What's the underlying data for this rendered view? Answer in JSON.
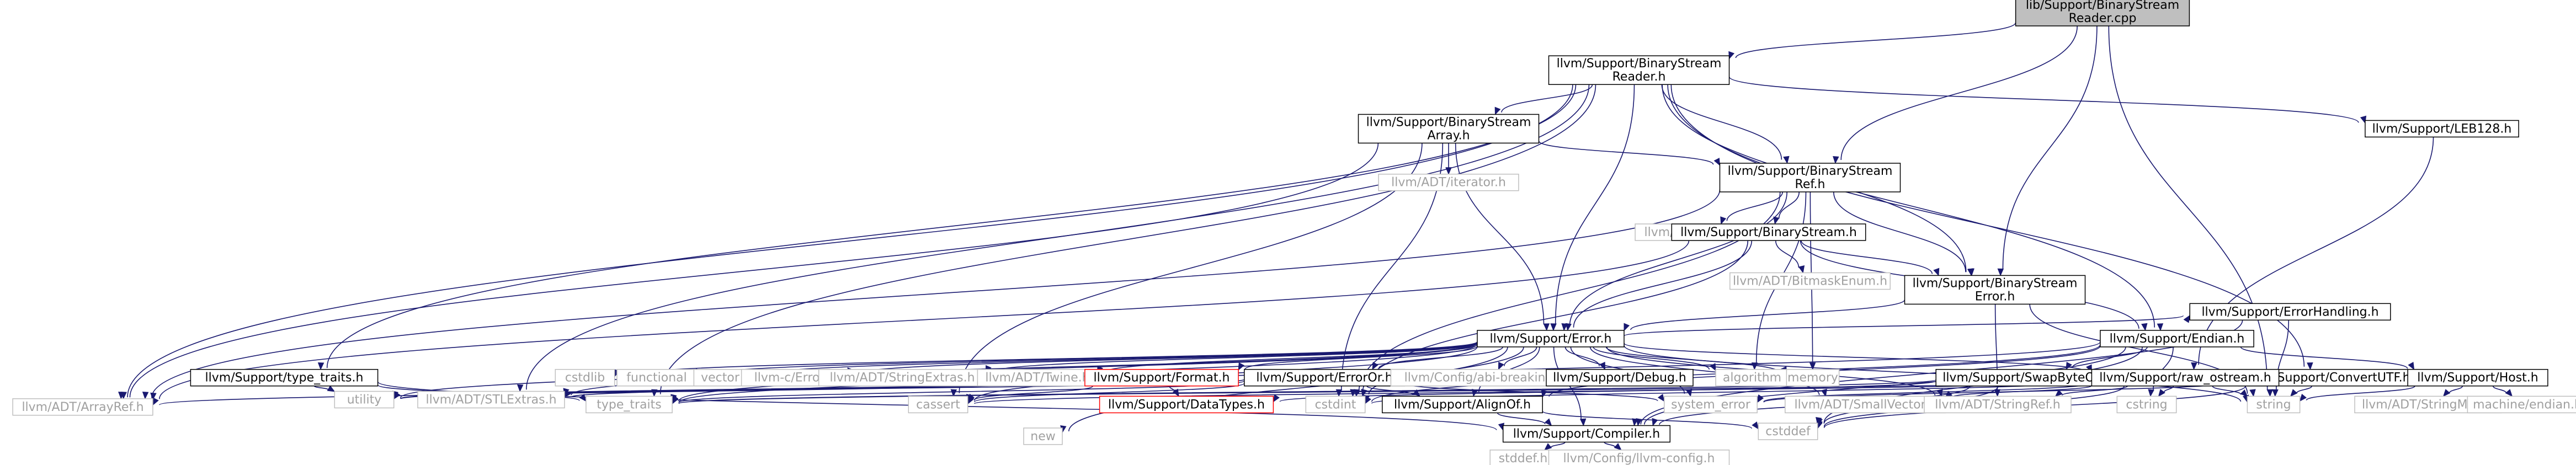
{
  "graph": {
    "colors": {
      "edge": "#191970",
      "root_fill": "#bfbfbf",
      "node_fill": "#ffffff",
      "node_border": "#000000",
      "red_border": "#ff0000",
      "muted_border": "#bfbfbf",
      "muted_text": "#a0a0a0"
    },
    "nodes": [
      {
        "id": "root",
        "lines": [
          "lib/Support/BinaryStream",
          "Reader.cpp"
        ],
        "style": "root"
      },
      {
        "id": "bsr",
        "lines": [
          "llvm/Support/BinaryStream",
          "Reader.h"
        ],
        "style": "box"
      },
      {
        "id": "leb",
        "lines": [
          "llvm/Support/LEB128.h"
        ],
        "style": "box"
      },
      {
        "id": "bsa",
        "lines": [
          "llvm/Support/BinaryStream",
          "Array.h"
        ],
        "style": "box"
      },
      {
        "id": "bsref",
        "lines": [
          "llvm/Support/BinaryStream",
          "Ref.h"
        ],
        "style": "box"
      },
      {
        "id": "iter",
        "lines": [
          "llvm/ADT/iterator.h"
        ],
        "style": "muted"
      },
      {
        "id": "opt",
        "lines": [
          "llvm/ADT/Optional.h"
        ],
        "style": "muted"
      },
      {
        "id": "bs",
        "lines": [
          "llvm/Support/BinaryStream.h"
        ],
        "style": "box"
      },
      {
        "id": "bme",
        "lines": [
          "llvm/ADT/BitmaskEnum.h"
        ],
        "style": "muted"
      },
      {
        "id": "bserr",
        "lines": [
          "llvm/Support/BinaryStream",
          "Error.h"
        ],
        "style": "box"
      },
      {
        "id": "err",
        "lines": [
          "llvm/Support/Error.h"
        ],
        "style": "box"
      },
      {
        "id": "endian",
        "lines": [
          "llvm/Support/Endian.h"
        ],
        "style": "box"
      },
      {
        "id": "cutf",
        "lines": [
          "llvm/Support/ConvertUTF.h"
        ],
        "style": "box"
      },
      {
        "id": "host",
        "lines": [
          "llvm/Support/Host.h"
        ],
        "style": "box"
      },
      {
        "id": "tt",
        "lines": [
          "llvm/Support/type_traits.h"
        ],
        "style": "box"
      },
      {
        "id": "cstdlib",
        "lines": [
          "cstdlib"
        ],
        "style": "muted"
      },
      {
        "id": "functional",
        "lines": [
          "functional"
        ],
        "style": "muted"
      },
      {
        "id": "vector",
        "lines": [
          "vector"
        ],
        "style": "muted"
      },
      {
        "id": "cerror",
        "lines": [
          "llvm-c/Error.h"
        ],
        "style": "muted"
      },
      {
        "id": "strext",
        "lines": [
          "llvm/ADT/StringExtras.h"
        ],
        "style": "muted"
      },
      {
        "id": "twine",
        "lines": [
          "llvm/ADT/Twine.h"
        ],
        "style": "muted"
      },
      {
        "id": "format",
        "lines": [
          "llvm/Support/Format.h"
        ],
        "style": "red"
      },
      {
        "id": "erroror",
        "lines": [
          "llvm/Support/ErrorOr.h"
        ],
        "style": "box"
      },
      {
        "id": "abi",
        "lines": [
          "llvm/Config/abi-breaking.h"
        ],
        "style": "muted"
      },
      {
        "id": "debug",
        "lines": [
          "llvm/Support/Debug.h"
        ],
        "style": "box"
      },
      {
        "id": "algorithm",
        "lines": [
          "algorithm"
        ],
        "style": "muted"
      },
      {
        "id": "memory",
        "lines": [
          "memory"
        ],
        "style": "muted"
      },
      {
        "id": "sbo",
        "lines": [
          "llvm/Support/SwapByteOrder.h"
        ],
        "style": "box"
      },
      {
        "id": "raw",
        "lines": [
          "llvm/Support/raw_ostream.h"
        ],
        "style": "box"
      },
      {
        "id": "eh",
        "lines": [
          "llvm/Support/ErrorHandling.h"
        ],
        "style": "box"
      },
      {
        "id": "arrayref",
        "lines": [
          "llvm/ADT/ArrayRef.h"
        ],
        "style": "muted"
      },
      {
        "id": "utility",
        "lines": [
          "utility"
        ],
        "style": "muted"
      },
      {
        "id": "stlext",
        "lines": [
          "llvm/ADT/STLExtras.h"
        ],
        "style": "muted"
      },
      {
        "id": "typetraits",
        "lines": [
          "type_traits"
        ],
        "style": "muted"
      },
      {
        "id": "cassert",
        "lines": [
          "cassert"
        ],
        "style": "muted"
      },
      {
        "id": "datatypes",
        "lines": [
          "llvm/Support/DataTypes.h"
        ],
        "style": "red"
      },
      {
        "id": "cstdint",
        "lines": [
          "cstdint"
        ],
        "style": "muted"
      },
      {
        "id": "alignof",
        "lines": [
          "llvm/Support/AlignOf.h"
        ],
        "style": "box"
      },
      {
        "id": "syserr",
        "lines": [
          "system_error"
        ],
        "style": "muted"
      },
      {
        "id": "smallvec",
        "lines": [
          "llvm/ADT/SmallVector.h"
        ],
        "style": "muted"
      },
      {
        "id": "strref",
        "lines": [
          "llvm/ADT/StringRef.h"
        ],
        "style": "muted"
      },
      {
        "id": "cstring",
        "lines": [
          "cstring"
        ],
        "style": "muted"
      },
      {
        "id": "string",
        "lines": [
          "string"
        ],
        "style": "muted"
      },
      {
        "id": "strmap",
        "lines": [
          "llvm/ADT/StringMap.h"
        ],
        "style": "muted"
      },
      {
        "id": "mendian",
        "lines": [
          "machine/endian.h"
        ],
        "style": "muted"
      },
      {
        "id": "cstddef",
        "lines": [
          "cstddef"
        ],
        "style": "muted"
      },
      {
        "id": "compiler",
        "lines": [
          "llvm/Support/Compiler.h"
        ],
        "style": "box"
      },
      {
        "id": "new",
        "lines": [
          "new"
        ],
        "style": "muted"
      },
      {
        "id": "stddef",
        "lines": [
          "stddef.h"
        ],
        "style": "muted"
      },
      {
        "id": "llvmconfig",
        "lines": [
          "llvm/Config/llvm-config.h"
        ],
        "style": "muted"
      }
    ],
    "edges": [
      [
        "root",
        "bsr"
      ],
      [
        "root",
        "bsref"
      ],
      [
        "root",
        "bserr"
      ],
      [
        "root",
        "string"
      ],
      [
        "bsr",
        "bsa"
      ],
      [
        "bsr",
        "bsref"
      ],
      [
        "bsr",
        "err"
      ],
      [
        "bsr",
        "endian"
      ],
      [
        "bsr",
        "leb"
      ],
      [
        "bsr",
        "cutf"
      ],
      [
        "bsr",
        "tt"
      ],
      [
        "bsr",
        "arrayref"
      ],
      [
        "bsr",
        "stlext"
      ],
      [
        "bsr",
        "typetraits"
      ],
      [
        "bsr",
        "bserr"
      ],
      [
        "leb",
        "raw"
      ],
      [
        "bsa",
        "iter"
      ],
      [
        "bsa",
        "bsref"
      ],
      [
        "bsa",
        "err"
      ],
      [
        "bsa",
        "arrayref"
      ],
      [
        "bsa",
        "cassert"
      ],
      [
        "bsa",
        "cstdint"
      ],
      [
        "bsref",
        "opt"
      ],
      [
        "bsref",
        "bs"
      ],
      [
        "bsref",
        "bserr"
      ],
      [
        "bsref",
        "err"
      ],
      [
        "bsref",
        "arrayref"
      ],
      [
        "bsref",
        "algorithm"
      ],
      [
        "bsref",
        "memory"
      ],
      [
        "bsref",
        "cstdint"
      ],
      [
        "bs",
        "bme"
      ],
      [
        "bs",
        "bserr"
      ],
      [
        "bs",
        "endian"
      ],
      [
        "bs",
        "err"
      ],
      [
        "bs",
        "arrayref"
      ],
      [
        "bs",
        "cstdint"
      ],
      [
        "bserr",
        "err"
      ],
      [
        "bserr",
        "strref"
      ],
      [
        "bserr",
        "string"
      ],
      [
        "err",
        "cstdlib"
      ],
      [
        "err",
        "functional"
      ],
      [
        "err",
        "vector"
      ],
      [
        "err",
        "cerror"
      ],
      [
        "err",
        "strext"
      ],
      [
        "err",
        "twine"
      ],
      [
        "err",
        "format"
      ],
      [
        "err",
        "erroror"
      ],
      [
        "err",
        "abi"
      ],
      [
        "err",
        "debug"
      ],
      [
        "err",
        "algorithm"
      ],
      [
        "err",
        "memory"
      ],
      [
        "err",
        "raw"
      ],
      [
        "err",
        "eh"
      ],
      [
        "err",
        "alignof"
      ],
      [
        "err",
        "compiler"
      ],
      [
        "err",
        "smallvec"
      ],
      [
        "err",
        "stlext"
      ],
      [
        "err",
        "cassert"
      ],
      [
        "err",
        "cstdint"
      ],
      [
        "err",
        "new"
      ],
      [
        "err",
        "utility"
      ],
      [
        "err",
        "typetraits"
      ],
      [
        "err",
        "syserr"
      ],
      [
        "err",
        "string"
      ],
      [
        "err",
        "strref"
      ],
      [
        "endian",
        "host"
      ],
      [
        "endian",
        "sbo"
      ],
      [
        "endian",
        "alignof"
      ],
      [
        "endian",
        "compiler"
      ],
      [
        "endian",
        "cstddef"
      ],
      [
        "endian",
        "cstdint"
      ],
      [
        "endian",
        "cstring"
      ],
      [
        "endian",
        "typetraits"
      ],
      [
        "cutf",
        "string"
      ],
      [
        "cutf",
        "syserr"
      ],
      [
        "cutf",
        "cstddef"
      ],
      [
        "host",
        "strmap"
      ],
      [
        "host",
        "mendian"
      ],
      [
        "host",
        "string"
      ],
      [
        "tt",
        "utility"
      ],
      [
        "tt",
        "typetraits"
      ],
      [
        "tt",
        "compiler"
      ],
      [
        "format",
        "datatypes"
      ],
      [
        "format",
        "stlext"
      ],
      [
        "format",
        "arrayref"
      ],
      [
        "format",
        "cassert"
      ],
      [
        "format",
        "utility"
      ],
      [
        "erroror",
        "alignof"
      ],
      [
        "erroror",
        "cassert"
      ],
      [
        "erroror",
        "syserr"
      ],
      [
        "erroror",
        "typetraits"
      ],
      [
        "erroror",
        "utility"
      ],
      [
        "sbo",
        "compiler"
      ],
      [
        "sbo",
        "datatypes"
      ],
      [
        "sbo",
        "cstddef"
      ],
      [
        "sbo",
        "typetraits"
      ],
      [
        "raw",
        "strref"
      ],
      [
        "raw",
        "smallvec"
      ],
      [
        "raw",
        "cassert"
      ],
      [
        "raw",
        "cstddef"
      ],
      [
        "raw",
        "cstdint"
      ],
      [
        "raw",
        "cstring"
      ],
      [
        "raw",
        "string"
      ],
      [
        "raw",
        "typetraits"
      ],
      [
        "raw",
        "syserr"
      ],
      [
        "eh",
        "compiler"
      ],
      [
        "eh",
        "string"
      ],
      [
        "alignof",
        "compiler"
      ],
      [
        "alignof",
        "cstddef"
      ],
      [
        "compiler",
        "llvmconfig"
      ],
      [
        "compiler",
        "stddef"
      ]
    ]
  }
}
